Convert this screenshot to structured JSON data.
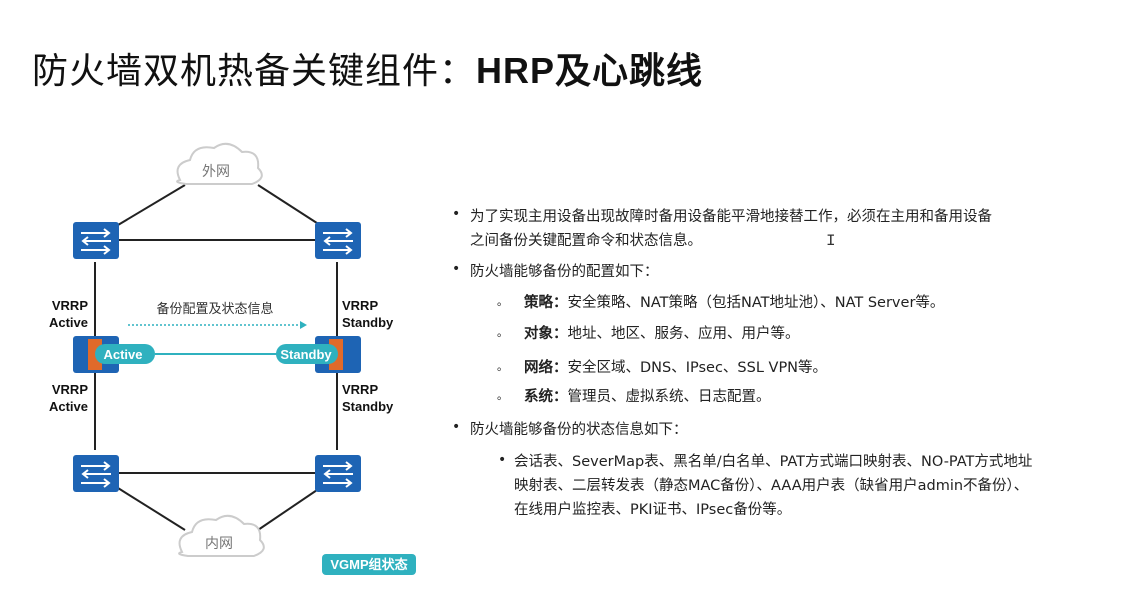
{
  "slide": {
    "title": "防火墙双机热备关键组件：",
    "title_suffix": "HRP及心跳线"
  },
  "diagram": {
    "cloud_top": "外网",
    "cloud_bottom": "内网",
    "left_top_label": [
      "VRRP",
      "Active"
    ],
    "left_bottom_label": [
      "VRRP",
      "Active"
    ],
    "right_top_label": [
      "VRRP",
      "Standby"
    ],
    "right_bottom_label": [
      "VRRP",
      "Standby"
    ],
    "sync_label": "备份配置及状态信息",
    "active_tag": "Active",
    "standby_tag": "Standby",
    "vgmp_badge": "VGMP组状态",
    "colors": {
      "switch": "#1e64b4",
      "teal": "#2fb1bf",
      "firewall": "#e06a2a"
    }
  },
  "content": {
    "bullet1": [
      "为了实现主用设备出现故障时备用设备能平滑地接替工作，必须在主用和备用设备",
      "之间备份关键配置命令和状态信息。"
    ],
    "bullet2": "防火墙能够备份的配置如下：",
    "config_items": [
      {
        "name": "策略：",
        "text": "安全策略、NAT策略（包括NAT地址池）、NAT Server等。"
      },
      {
        "name": "对象：",
        "text": "地址、地区、服务、应用、用户等。"
      },
      {
        "name": "网络：",
        "text": "安全区域、DNS、IPsec、SSL VPN等。"
      },
      {
        "name": "系统：",
        "text": "管理员、虚拟系统、日志配置。"
      }
    ],
    "bullet3": "防火墙能够备份的状态信息如下：",
    "state_lines": [
      "会话表、SeverMap表、黑名单/白名单、PAT方式端口映射表、NO-PAT方式地址",
      "映射表、二层转发表（静态MAC备份）、AAA用户表（缺省用户admin不备份）、",
      "在线用户监控表、PKI证书、IPsec备份等。"
    ]
  }
}
